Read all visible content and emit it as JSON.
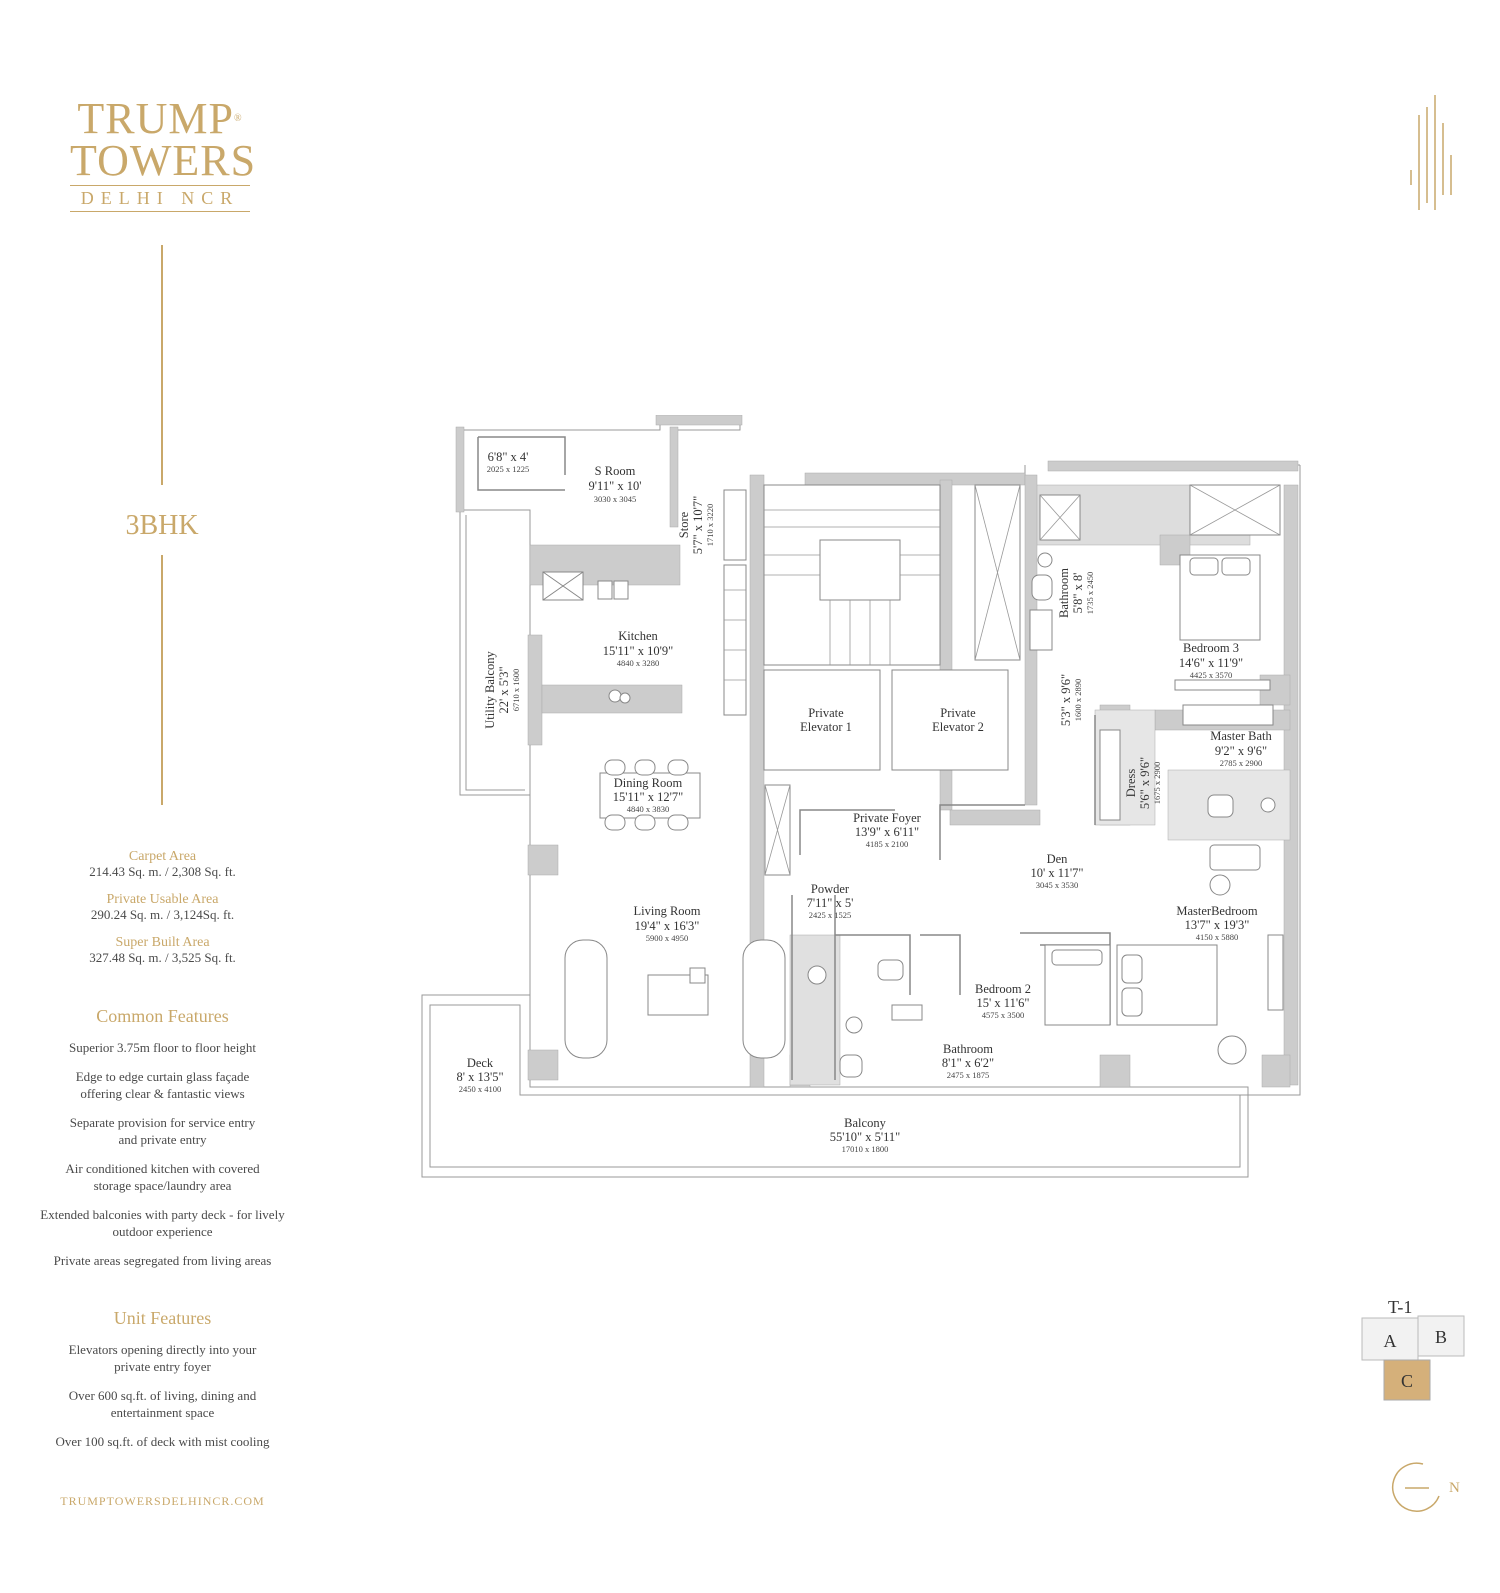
{
  "brand": {
    "line1": "TRUMP",
    "line2": "TOWERS",
    "line3": "DELHI NCR",
    "registered": "®"
  },
  "unit_type": "3BHK",
  "areas": [
    {
      "label": "Carpet Area",
      "value": "214.43 Sq. m. / 2,308 Sq. ft."
    },
    {
      "label": "Private Usable Area",
      "value": "290.24 Sq. m. / 3,124Sq. ft."
    },
    {
      "label": "Super Built Area",
      "value": "327.48 Sq. m. / 3,525 Sq. ft."
    }
  ],
  "common_features": {
    "title": "Common Features",
    "items": [
      "Superior 3.75m floor to floor height",
      "Edge to edge curtain glass façade offering clear & fantastic views",
      "Separate provision for service entry and private entry",
      "Air conditioned kitchen with covered storage space/laundry area",
      "Extended balconies with party deck - for lively outdoor experience",
      "Private areas segregated from living areas"
    ]
  },
  "unit_features": {
    "title": "Unit Features",
    "items": [
      "Elevators opening directly into your private entry foyer",
      "Over 600 sq.ft. of living, dining and entertainment space",
      "Over 100 sq.ft. of deck with mist cooling"
    ]
  },
  "website": "TRUMPTOWERSDELHINCR.COM",
  "rooms": {
    "small_room": {
      "dim": "6'8\" x 4'",
      "metric": "2025 x 1225"
    },
    "s_room": {
      "name": "S Room",
      "dim": "9'11\" x 10'",
      "metric": "3030 x 3045"
    },
    "store": {
      "name": "Store",
      "dim": "5'7\" x 10'7\"",
      "metric": "1710 x 3220"
    },
    "kitchen": {
      "name": "Kitchen",
      "dim": "15'11\" x 10'9\"",
      "metric": "4840 x 3280"
    },
    "utility_balcony": {
      "name": "Utility Balcony",
      "dim": "22' x 5'3\"",
      "metric": "6710 x 1600"
    },
    "dining_room": {
      "name": "Dining Room",
      "dim": "15'11\" x 12'7\"",
      "metric": "4840 x 3830"
    },
    "living_room": {
      "name": "Living Room",
      "dim": "19'4\" x 16'3\"",
      "metric": "5900 x 4950"
    },
    "deck": {
      "name": "Deck",
      "dim": "8' x 13'5\"",
      "metric": "2450 x 4100"
    },
    "balcony": {
      "name": "Balcony",
      "dim": "55'10\" x 5'11\"",
      "metric": "17010 x 1800"
    },
    "private_elevator_1": {
      "name1": "Private",
      "name2": "Elevator 1"
    },
    "private_elevator_2": {
      "name1": "Private",
      "name2": "Elevator 2"
    },
    "private_foyer": {
      "name": "Private Foyer",
      "dim": "13'9\" x 6'11\"",
      "metric": "4185 x 2100"
    },
    "powder": {
      "name": "Powder",
      "dim": "7'11\" x 5'",
      "metric": "2425 x 1525"
    },
    "bedroom_2": {
      "name": "Bedroom 2",
      "dim": "15' x 11'6\"",
      "metric": "4575 x 3500"
    },
    "bathroom_2": {
      "name": "Bathroom",
      "dim": "8'1\" x 6'2\"",
      "metric": "2475 x 1875"
    },
    "den": {
      "name": "Den",
      "dim": "10' x 11'7\"",
      "metric": "3045 x 3530"
    },
    "passage": {
      "dim": "5'3\" x 9'6\"",
      "metric": "1600 x 2890"
    },
    "bathroom_3": {
      "name": "Bathroom",
      "dim": "5'8\" x 8'",
      "metric": "1735 x 2450"
    },
    "bedroom_3": {
      "name": "Bedroom 3",
      "dim": "14'6\" x 11'9\"",
      "metric": "4425 x 3570"
    },
    "master_bath": {
      "name": "Master Bath",
      "dim": "9'2\" x 9'6\"",
      "metric": "2785 x 2900"
    },
    "dress": {
      "name": "Dress",
      "dim": "5'6\" x 9'6\"",
      "metric": "1675 x 2900"
    },
    "master_bedroom": {
      "name": "MasterBedroom",
      "dim": "13'7\" x 19'3\"",
      "metric": "4150 x 5880"
    }
  },
  "key_plan": {
    "tower": "T-1",
    "units": [
      "A",
      "B",
      "C"
    ],
    "highlighted": "C"
  },
  "compass": {
    "label": "N"
  },
  "colors": {
    "gold": "#c9a86a",
    "wall": "#cccccc",
    "line": "#999999"
  }
}
